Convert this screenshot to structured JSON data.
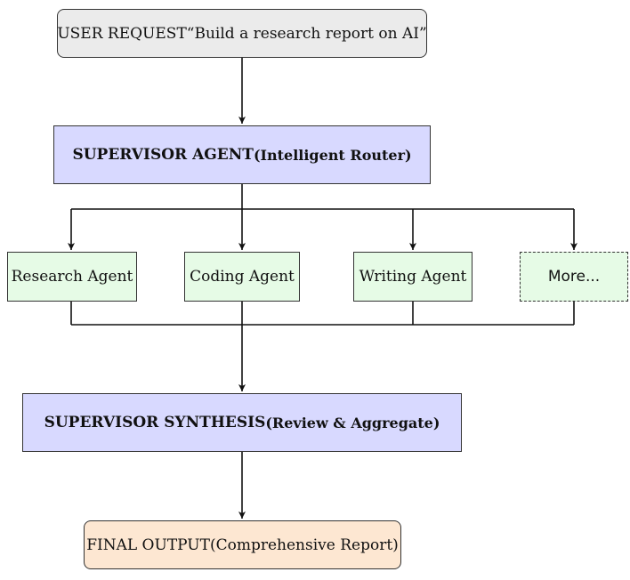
{
  "diagram": {
    "user_request": {
      "label": "USER REQUEST",
      "quote": "“Build a research report on AI”"
    },
    "supervisor_agent": {
      "label": "SUPERVISOR AGENT",
      "sub": "(Intelligent Router)"
    },
    "agents": [
      {
        "label": "Research Agent"
      },
      {
        "label": "Coding Agent"
      },
      {
        "label": "Writing Agent"
      },
      {
        "label": "More..."
      }
    ],
    "supervisor_synthesis": {
      "label": "SUPERVISOR SYNTHESIS",
      "sub": "(Review & Aggregate)"
    },
    "final_output": {
      "label": "FINAL OUTPUT",
      "sub": "(Comprehensive Report)"
    },
    "colors": {
      "user_request_fill": "#ebebeb",
      "supervisor_fill": "#d8d9ff",
      "agent_fill": "#e6fbe6",
      "final_fill": "#fde7d2",
      "stroke": "#333333"
    }
  }
}
